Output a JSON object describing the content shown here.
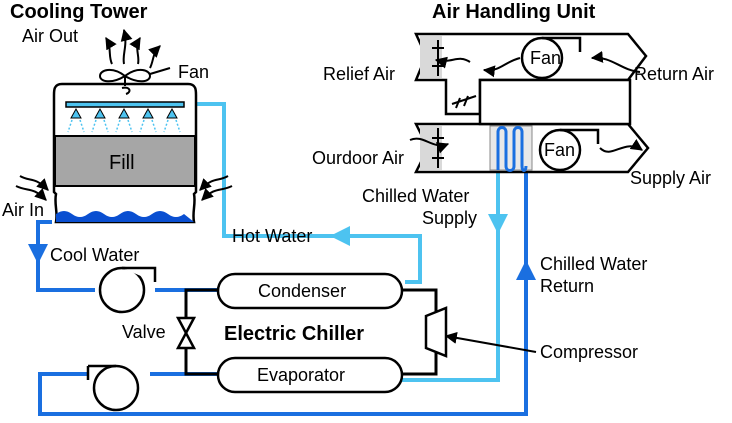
{
  "titles": {
    "cooling_tower": "Cooling Tower",
    "air_handling_unit": "Air Handling Unit",
    "chiller": "Electric Chiller"
  },
  "tower": {
    "air_out": "Air Out",
    "fan": "Fan",
    "fill": "Fill",
    "air_in": "Air In"
  },
  "ahu": {
    "relief_air": "Relief Air",
    "return_air": "Return Air",
    "outdoor_air": "Ourdoor Air",
    "supply_air": "Supply Air",
    "fan_top": "Fan",
    "fan_bottom": "Fan"
  },
  "loops": {
    "hot_water": "Hot Water",
    "cool_water": "Cool Water",
    "chilled_supply_1": "Chilled Water",
    "chilled_supply_2": "Supply",
    "chilled_return_1": "Chilled Water",
    "chilled_return_2": "Return"
  },
  "chiller": {
    "condenser": "Condenser",
    "evaporator": "Evaporator",
    "valve": "Valve",
    "compressor": "Compressor"
  },
  "colors": {
    "hot_pipe": "#4dc3f0",
    "cool_pipe": "#1a6fe0",
    "water": "#0a4fd1",
    "fill": "#a6a6a6",
    "damper": "#d9d9d9"
  }
}
